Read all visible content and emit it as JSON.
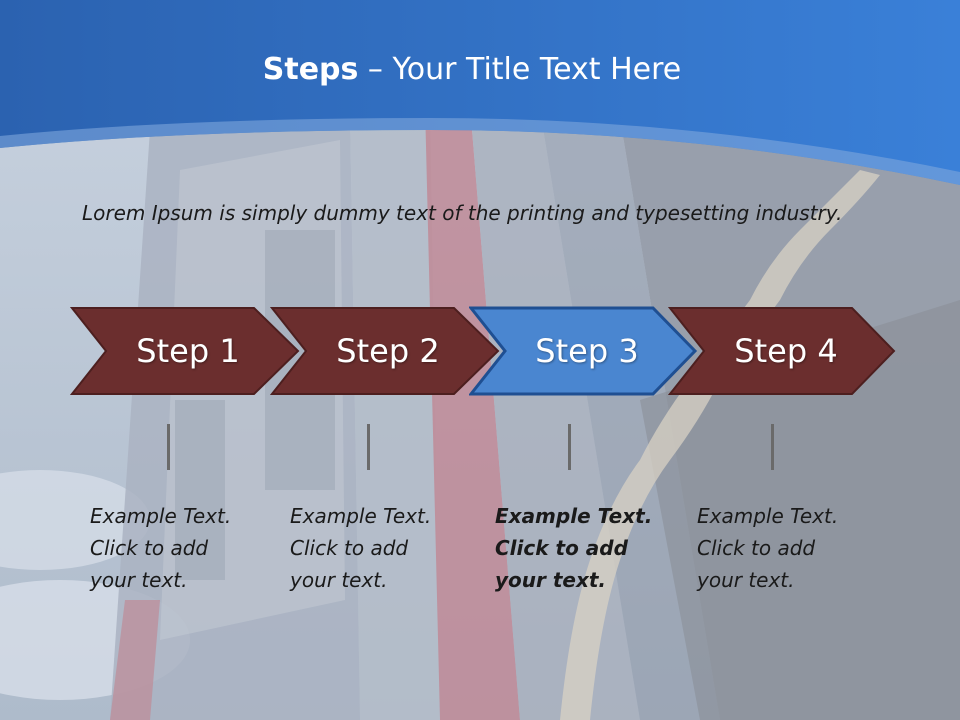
{
  "title": {
    "bold": "Steps",
    "rest": " – Your Title Text Here"
  },
  "intro": "Lorem Ipsum is simply dummy text of the printing and typesetting industry.",
  "steps": [
    {
      "label": "Step 1",
      "lines": [
        "Example Text.",
        "Click  to add",
        "your text."
      ]
    },
    {
      "label": "Step 2",
      "lines": [
        "Example Text.",
        "Click  to add",
        "your text."
      ]
    },
    {
      "label": "Step 3",
      "lines": [
        "Example Text.",
        "Click  to add",
        "your text."
      ]
    },
    {
      "label": "Step 4",
      "lines": [
        "Example Text.",
        "Click  to add",
        "your text."
      ]
    }
  ],
  "highlighted_step": 3,
  "colors": {
    "header_blue": "#2f6fc0",
    "step_dark": "#6b2e2e",
    "step_active": "#4a86d0"
  }
}
